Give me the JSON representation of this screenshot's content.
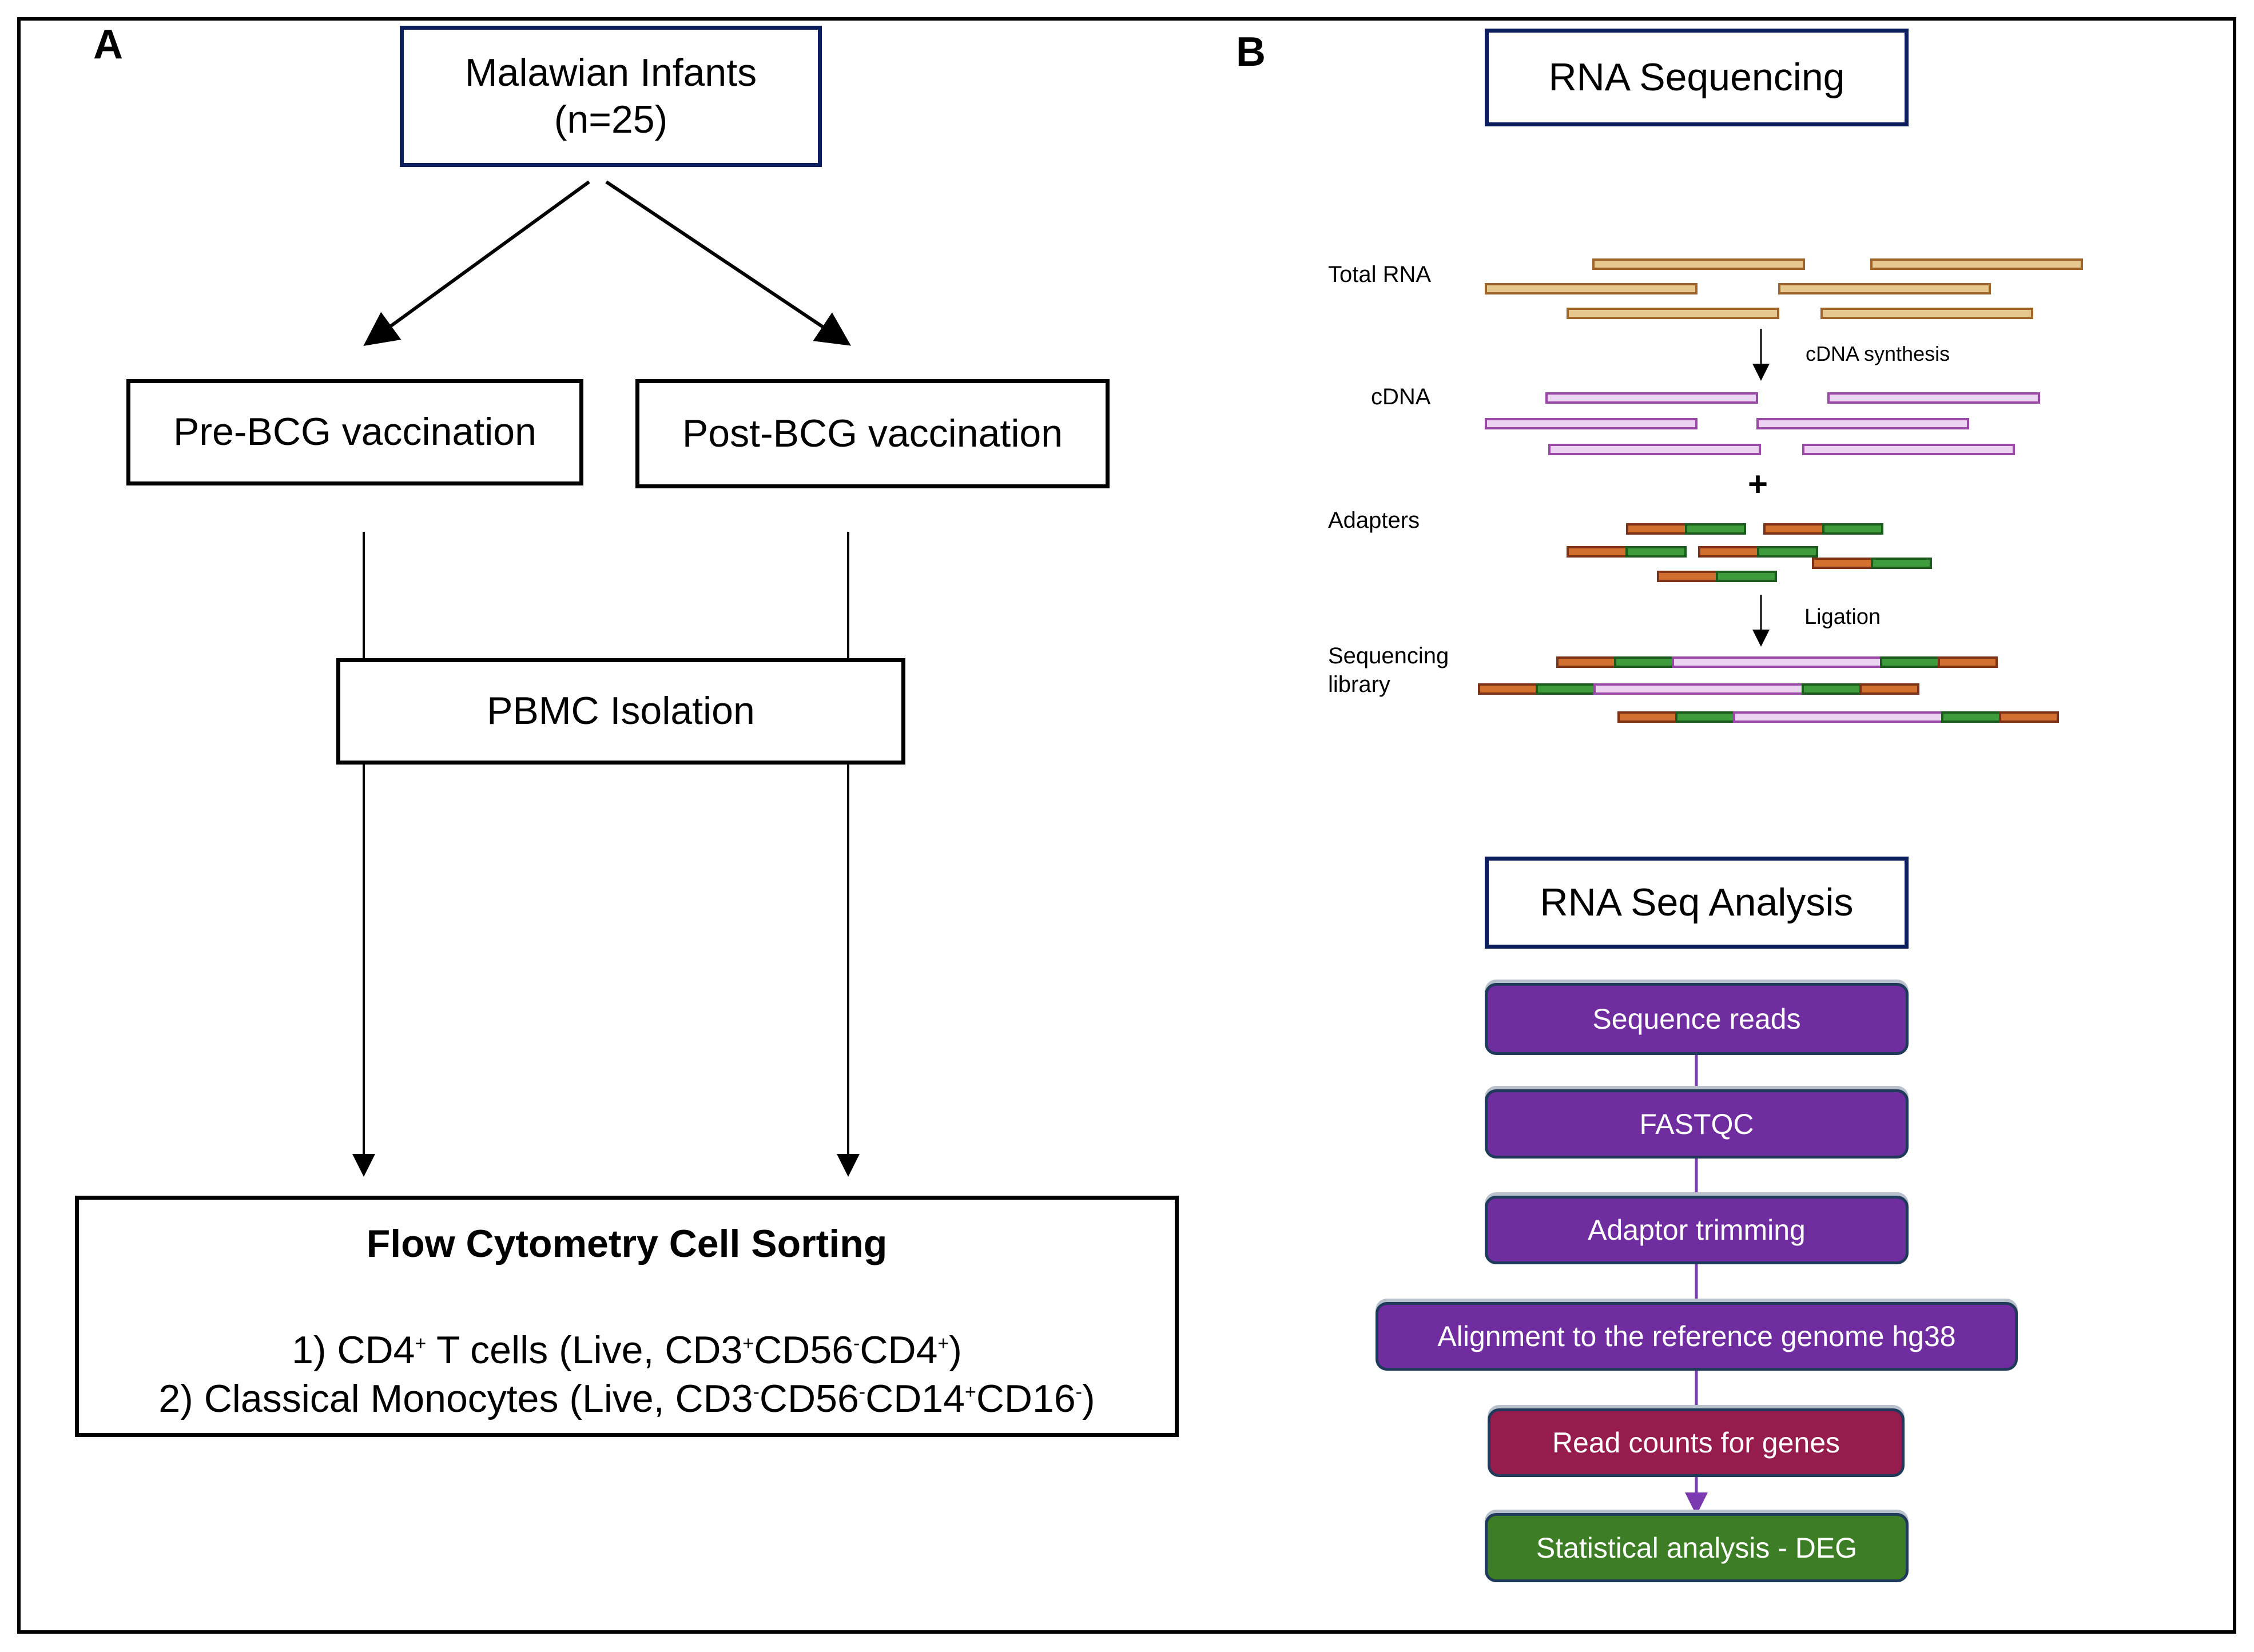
{
  "panels": {
    "a": {
      "letter": "A",
      "root": {
        "line1": "Malawian Infants",
        "line2": "(n=25)"
      },
      "pre": "Pre-BCG vaccination",
      "post": "Post-BCG vaccination",
      "pbmc": "PBMC Isolation",
      "sorting": {
        "title": "Flow Cytometry Cell Sorting",
        "item1": {
          "prefix": "1) CD4",
          "sup1": "+",
          "mid": " T cells (Live, CD3",
          "sup2": "+",
          "mid2": "CD56",
          "sup3": "-",
          "mid3": "CD4",
          "sup4": "+",
          "suffix": ")"
        },
        "item2": {
          "prefix": "2) Classical Monocytes (Live, CD3",
          "sup1": "-",
          "mid": "CD56",
          "sup2": "-",
          "mid2": "CD14",
          "sup3": "+",
          "mid3": "CD16",
          "sup4": "-",
          "suffix": ")"
        }
      }
    },
    "b": {
      "letter": "B",
      "sequencing": {
        "title": "RNA Sequencing",
        "labels": {
          "total_rna": "Total RNA",
          "cdna": "cDNA",
          "adapters": "Adapters",
          "library_line1": "Sequencing",
          "library_line2": "library",
          "cdna_synthesis": "cDNA synthesis",
          "plus": "+",
          "ligation": "Ligation"
        }
      },
      "analysis": {
        "title": "RNA Seq Analysis",
        "steps": [
          {
            "label": "Sequence reads",
            "color": "#6f2da0"
          },
          {
            "label": "FASTQC",
            "color": "#6f2da0"
          },
          {
            "label": "Adaptor trimming",
            "color": "#6f2da0"
          },
          {
            "label": "Alignment to the reference genome hg38",
            "color": "#6f2da0"
          },
          {
            "label": "Read  counts for genes",
            "color": "#951c4c"
          },
          {
            "label": "Statistical analysis  - DEG",
            "color": "#3c7d25"
          }
        ]
      }
    }
  },
  "colors": {
    "navy_border": "#0c1f5c",
    "rna_fill": "#e6c88f",
    "rna_edge": "#a0652a",
    "cdna_fill": "#edd3f2",
    "cdna_edge": "#9a4aa6",
    "adapter_orange": "#d2702f",
    "adapter_orange_edge": "#7e3318",
    "adapter_green": "#3f9c3c",
    "adapter_green_edge": "#1d5a1d",
    "connector": "#7b3ab0"
  }
}
